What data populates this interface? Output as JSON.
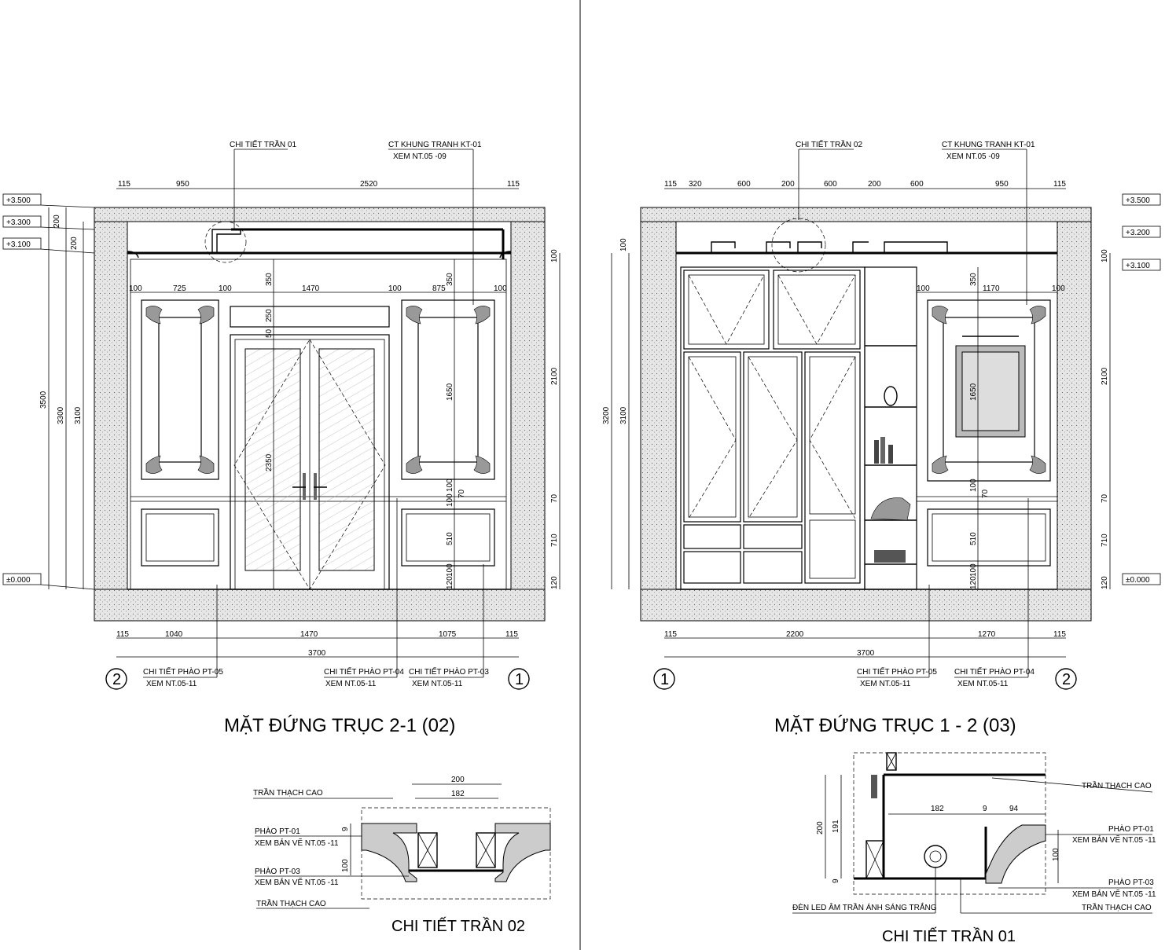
{
  "left_elevation": {
    "title": "MẶT ĐỨNG TRỤC 2-1 (02)",
    "callout_top_1": "CHI TIẾT TRẦN 01",
    "callout_top_2": "CT KHUNG TRANH KT-01",
    "callout_top_2_ref": "XEM NT.05 -09",
    "levels": [
      "+3.500",
      "+3.300",
      "+3.100",
      "±0.000"
    ],
    "top_dims": [
      "115",
      "950",
      "2520",
      "115"
    ],
    "inner_dims": [
      "100",
      "725",
      "100",
      "1470",
      "100",
      "875",
      "100"
    ],
    "vertical_dims_left": [
      "200",
      "200",
      "3500",
      "3300",
      "3100"
    ],
    "vertical_dims_mid": [
      "350",
      "250",
      "50",
      "2350",
      "1650",
      "100",
      "70",
      "100",
      "510",
      "100",
      "120"
    ],
    "vertical_dims_right": [
      "100",
      "2100",
      "70",
      "710",
      "120"
    ],
    "bottom_dims": [
      "115",
      "1040",
      "1470",
      "1075",
      "115"
    ],
    "total": "3700",
    "axis_left": "2",
    "axis_right": "1",
    "note_1": "CHI TIẾT PHÀO PT-05",
    "note_1_ref": "XEM NT.05-11",
    "note_2": "CHI TIẾT PHÀO PT-04",
    "note_2_ref": "XEM NT.05-11",
    "note_3": "CHI TIẾT PHÀO PT-03",
    "note_3_ref": "XEM NT.05-11"
  },
  "right_elevation": {
    "title": "MẶT ĐỨNG TRỤC 1 - 2 (03)",
    "callout_top_1": "CHI TIẾT TRẦN 02",
    "callout_top_2": "CT KHUNG TRANH KT-01",
    "callout_top_2_ref": "XEM NT.05 -09",
    "levels": [
      "+3.500",
      "+3.200",
      "+3.100",
      "±0.000"
    ],
    "top_dims": [
      "115",
      "320",
      "600",
      "200",
      "600",
      "200",
      "600",
      "950",
      "115"
    ],
    "inner_dims": [
      "100",
      "1170",
      "100"
    ],
    "vertical_dims_left": [
      "100",
      "3200",
      "3100"
    ],
    "vertical_dims_mid": [
      "350",
      "1650",
      "100",
      "70",
      "510",
      "100",
      "120"
    ],
    "vertical_dims_right": [
      "100",
      "2100",
      "70",
      "710",
      "120"
    ],
    "bottom_dims": [
      "115",
      "2200",
      "1270",
      "115"
    ],
    "total": "3700",
    "axis_left": "1",
    "axis_right": "2",
    "note_1": "CHI TIẾT PHÀO PT-05",
    "note_1_ref": "XEM NT.05-11",
    "note_2": "CHI TIẾT PHÀO PT-04",
    "note_2_ref": "XEM NT.05-11"
  },
  "detail_02": {
    "title": "CHI TIẾT TRẦN 02",
    "dims": [
      "200",
      "182",
      "9",
      "100"
    ],
    "labels": [
      "TRẦN THẠCH CAO",
      "PHÀO PT-01",
      "XEM BẢN VẼ NT.05 -11",
      "PHÀO PT-03",
      "XEM BẢN VẼ NT.05 -11",
      "TRẦN THẠCH CAO"
    ]
  },
  "detail_01": {
    "title": "CHI TIẾT TRẦN 01",
    "dims": [
      "200",
      "191",
      "9",
      "182",
      "9",
      "94",
      "100"
    ],
    "labels": [
      "TRẦN THẠCH CAO",
      "PHÀO PT-01",
      "XEM BẢN VẼ NT.05 -11",
      "PHÀO PT-03",
      "XEM BẢN VẼ NT.05 -11",
      "TRẦN THẠCH CAO",
      "ĐÈN LED ÂM TRẦN ÁNH SÁNG TRẮNG"
    ]
  }
}
